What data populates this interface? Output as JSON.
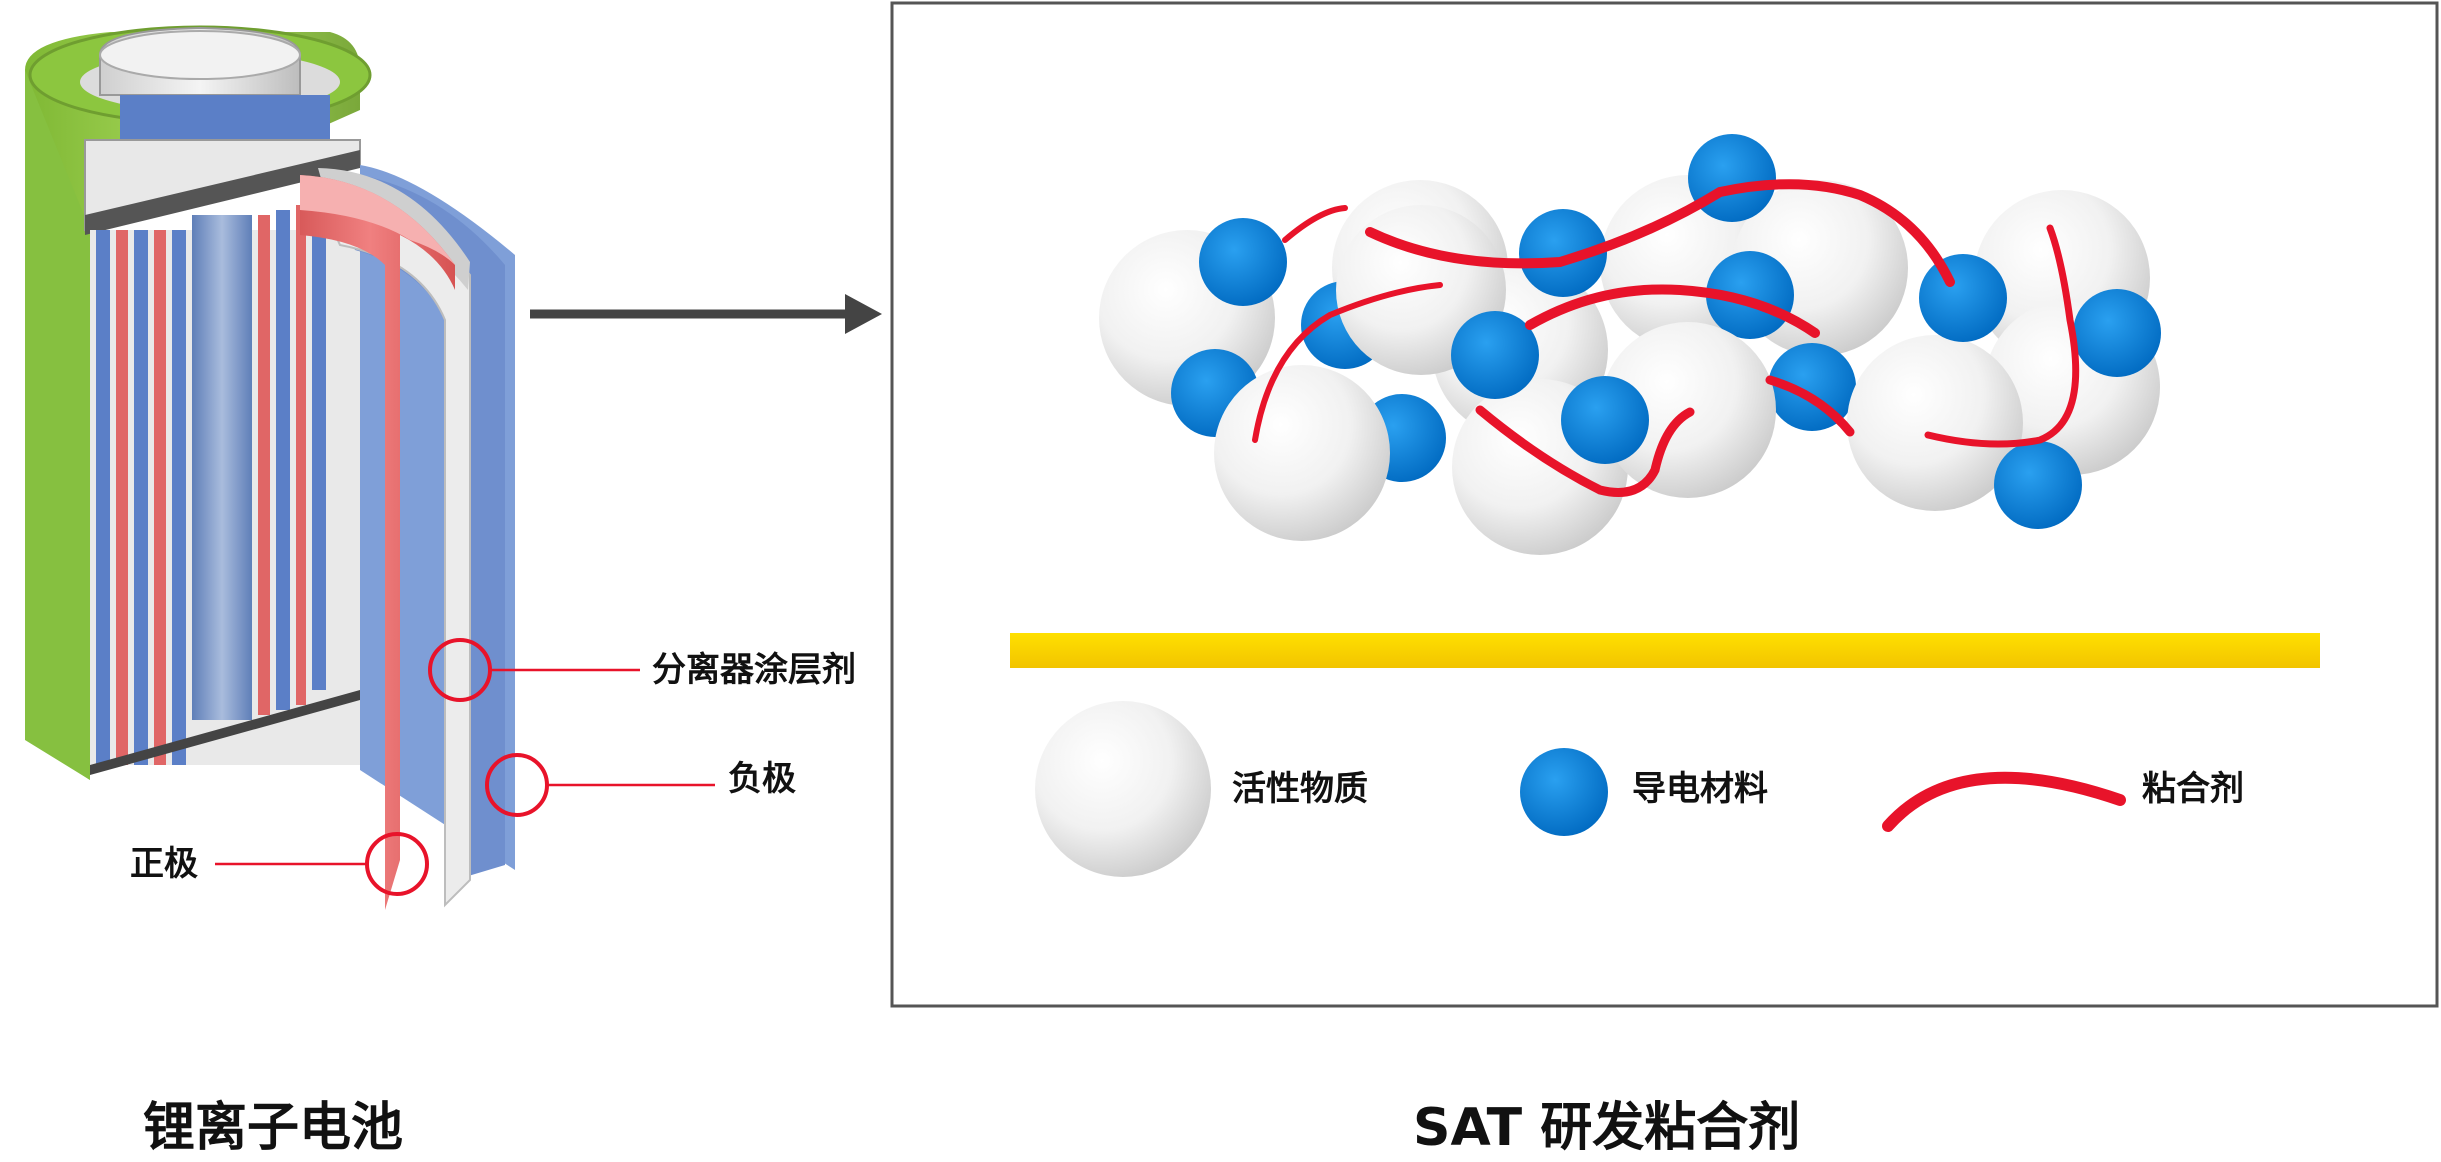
{
  "left_panel": {
    "caption": "锂离子电池",
    "callouts": {
      "separator": "分离器涂层剂",
      "negative": "负极",
      "positive": "正极"
    }
  },
  "right_panel": {
    "caption": "SAT 研发粘合剂",
    "legend": {
      "active_material": "活性物质",
      "conductive_material": "导电材料",
      "binder": "粘合剂"
    }
  },
  "colors": {
    "battery_green": "#8cc63f",
    "cathode_red": "#e06666",
    "anode_blue": "#5b7fc7",
    "binder_red": "#e8132a",
    "conductive_blue": "#0a82d8",
    "collector_yellow": "#ffdd00",
    "callout_red": "#e8132a",
    "frame_gray": "#555555"
  }
}
